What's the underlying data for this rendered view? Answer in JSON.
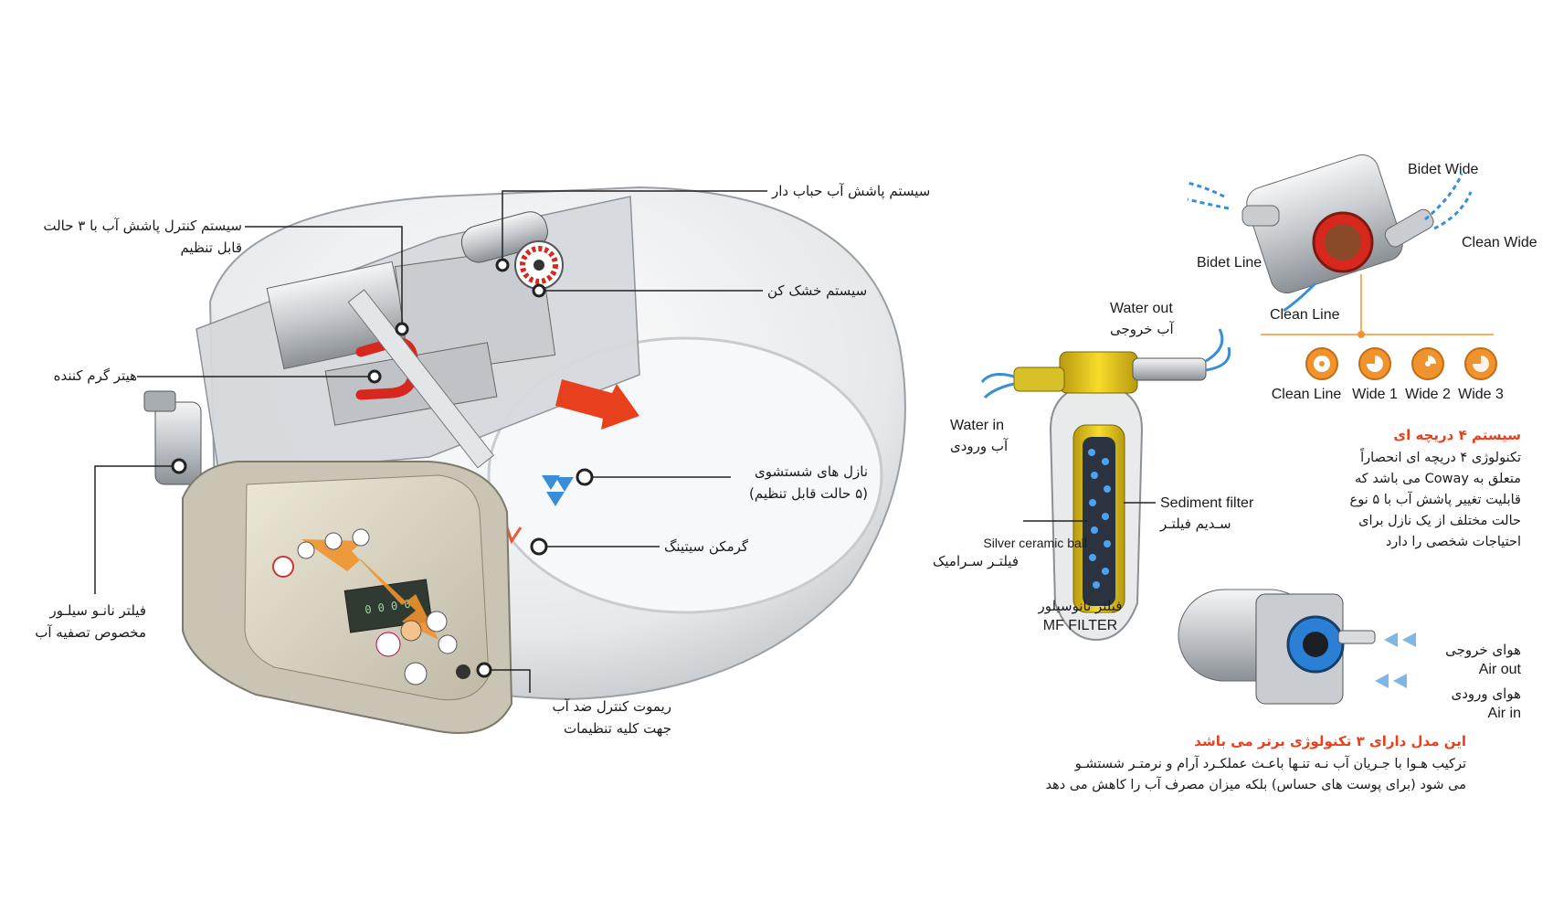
{
  "colors": {
    "accent_red": "#e8401c",
    "water_blue": "#3a8ed8",
    "filter_yellow": "#f2d21e",
    "nozzle_orange": "#f0922e",
    "heater_red": "#d8281e",
    "seat_gray": "#e6e8ea",
    "panel_beige": "#ddd7c4"
  },
  "seat_callouts": {
    "bubble_spray": "سیستم پاشش آب حباب دار",
    "spray_control_line1": "سیستم کنترل پاشش آب با ۳ حالت",
    "spray_control_line2": "قابل تنظیم",
    "dryer": "سیستم خشک کن",
    "heater": "هیتر گرم کننده",
    "nozzles_line1": "نازل های شستشوی",
    "nozzles_line2": "(۵ حالت قابل تنظیم)",
    "seat_warmer": "گرمکن سیتینگ",
    "filter_line1": "فیلتر نانـو سیلـور",
    "filter_line2": "مخصوص تصفیه آب",
    "remote_line1": "ریموت کنترل ضد آب",
    "remote_line2": "جهت کلیه تنظیمات"
  },
  "filter_diagram": {
    "water_out_en": "Water out",
    "water_out_fa": "آب خروجی",
    "water_in_en": "Water in",
    "water_in_fa": "آب ورودی",
    "sediment_en": "Sediment filter",
    "sediment_fa": "سـدیم فیلتـر",
    "ceramic_en": "Silver ceramic ball",
    "ceramic_fa": "فیلتـر سـرامیک",
    "mf_fa": "فیلتر نانوسیلور",
    "mf_en": "MF FILTER"
  },
  "nozzle_diagram": {
    "bidet_wide": "Bidet Wide",
    "clean_wide": "Clean Wide",
    "bidet_line": "Bidet Line",
    "clean_line": "Clean Line",
    "modes": [
      "Clean Line",
      "Wide 1",
      "Wide 2",
      "Wide 3"
    ],
    "title": "سیستم ۴ دریچه ای",
    "desc": [
      "تکنولوژی ۴ دریچه ای انحصاراً",
      "متعلق به Coway می باشد که",
      "قابلیت تغییر پاشش آب با ۵ نوع",
      "حالت مختلف از یک نازل برای",
      "احتیاجات شخصی را دارد"
    ]
  },
  "air_diagram": {
    "air_out_fa": "هوای خروجی",
    "air_out_en": "Air out",
    "air_in_fa": "هوای ورودی",
    "air_in_en": "Air in",
    "title": "این مدل دارای ۳ تکنولوژی برتر می باشد",
    "desc": [
      "ترکیب هـوا با جـریان آب نـه تنـها باعـث عملکـرد آرام و نرمتـر شستشـو",
      "می شود (برای پوست های حساس) بلکه میزان مصرف آب را کاهش می دهد"
    ]
  },
  "remote": {
    "display_text": "0 0 0 0"
  }
}
